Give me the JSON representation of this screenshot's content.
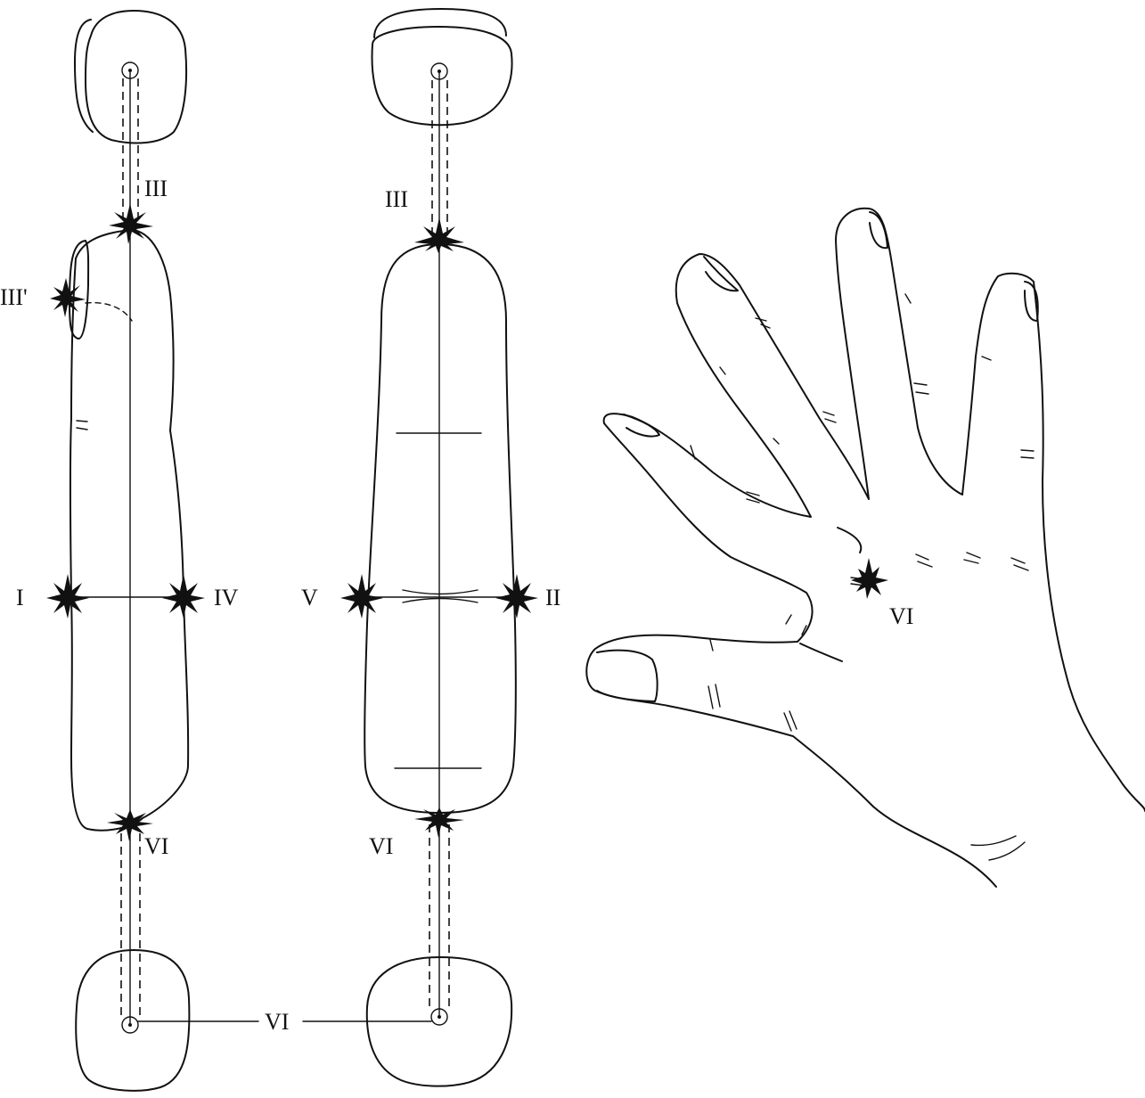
{
  "labels": {
    "top_left": "III",
    "top_mid": "III",
    "nail_side": "III'",
    "side_left_a": "I",
    "side_left_b": "IV",
    "side_mid_a": "V",
    "side_mid_b": "II",
    "bottom_left": "VI",
    "bottom_mid": "VI",
    "base_link": "VI",
    "hand_point": "VI"
  },
  "colors": {
    "ink": "#111111",
    "paper": "#ffffff"
  },
  "icons": {
    "point_marker": "starburst-icon",
    "axis_origin": "circle-dot-icon"
  }
}
